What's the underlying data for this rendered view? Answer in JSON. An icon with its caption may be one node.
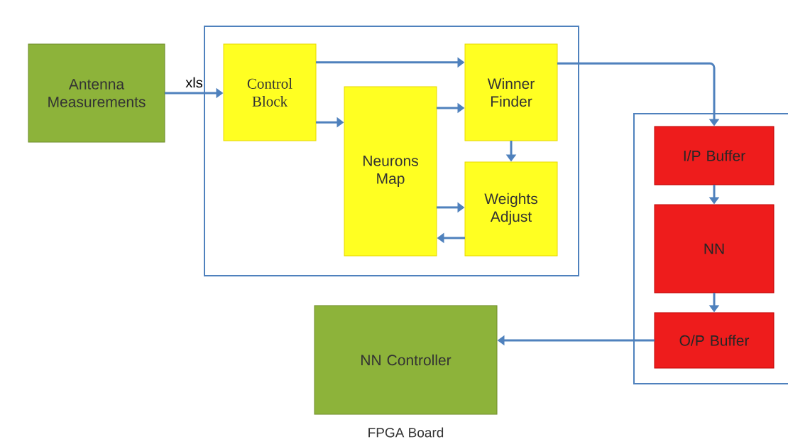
{
  "diagram": {
    "nodes": [
      {
        "text": [
          "Antenna Measurements"
        ]
      },
      {
        "text": [],
        "shape": "box"
      },
      {
        "text": [
          "Control Block"
        ],
        "in": 1
      },
      {
        "text": [
          "Winner Finder"
        ],
        "in": 1
      },
      {
        "text": [
          "Neurons Map"
        ],
        "in": 1
      },
      {
        "text": [
          "Weights Adjust"
        ],
        "in": 1
      },
      {
        "text": [],
        "shape": "box"
      },
      {
        "text": [
          "I/P Buffer"
        ],
        "in": 6
      },
      {
        "text": [
          "NN"
        ],
        "in": 6
      },
      {
        "text": [
          "O/P Buffer"
        ],
        "in": 6
      },
      {
        "text": [
          "NN Controller"
        ],
        "beside": [
          "FPGA Board"
        ]
      }
    ],
    "edges": [
      {
        "from": 0,
        "to": 2,
        "arrow": "to",
        "label": "xls"
      },
      {
        "from": 2,
        "to": 3,
        "arrow": "to"
      },
      {
        "from": 2,
        "to": 4,
        "arrow": "to"
      },
      {
        "from": 4,
        "to": 3,
        "arrow": "to"
      },
      {
        "from": 3,
        "to": 5,
        "arrow": "to"
      },
      {
        "from": 4,
        "to": 5,
        "arrow": "to"
      },
      {
        "from": 5,
        "to": 4,
        "arrow": "to"
      },
      {
        "from": 3,
        "to": 7,
        "arrow": "to"
      },
      {
        "from": 7,
        "to": 8,
        "arrow": "to"
      },
      {
        "from": 8,
        "to": 9,
        "arrow": "to"
      },
      {
        "from": 9,
        "to": 10,
        "arrow": "to"
      }
    ]
  }
}
